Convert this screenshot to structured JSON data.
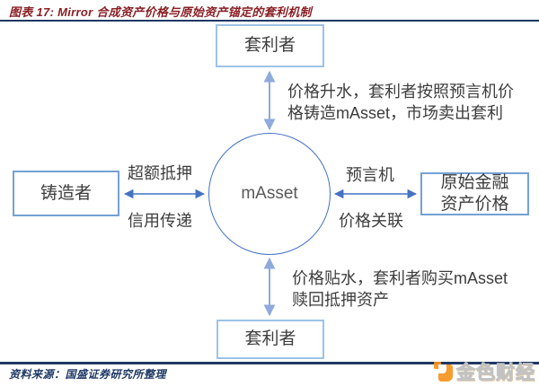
{
  "header": {
    "title": "图表 17:  Mirror 合成资产价格与原始资产锚定的套利机制"
  },
  "diagram": {
    "center": {
      "label": "mAsset"
    },
    "top_box": {
      "label": "套利者"
    },
    "bottom_box": {
      "label": "套利者"
    },
    "left_box": {
      "label": "铸造者"
    },
    "right_box": {
      "line1": "原始金融",
      "line2": "资产价格"
    },
    "left_link": {
      "top_label": "超额抵押",
      "bottom_label": "信用传递"
    },
    "right_link": {
      "top_label": "预言机",
      "bottom_label": "价格关联"
    },
    "premium_note": {
      "line1": "价格升水，套利者按照预言机价",
      "line2": "格铸造mAsset，市场卖出套利"
    },
    "discount_note": {
      "line1": "价格贴水，套利者购买mAsset",
      "line2": "赎回抵押资产"
    }
  },
  "footer": {
    "source": "资料来源：国盛证券研究所整理",
    "logo_text": "金色财经"
  },
  "colors": {
    "title_maroon": "#8a1f24",
    "divider_navy": "#1f3864",
    "box_border_light_blue": "#9dc3e6",
    "box_border_medium_blue": "#74a1d4",
    "arrow_horizontal_blue": "#4472c4",
    "arrow_vertical_blue": "#8faadc",
    "circle_border_blue": "#4472c4",
    "text_dark": "#3d3d3d",
    "logo_orange": "#f7941d"
  }
}
